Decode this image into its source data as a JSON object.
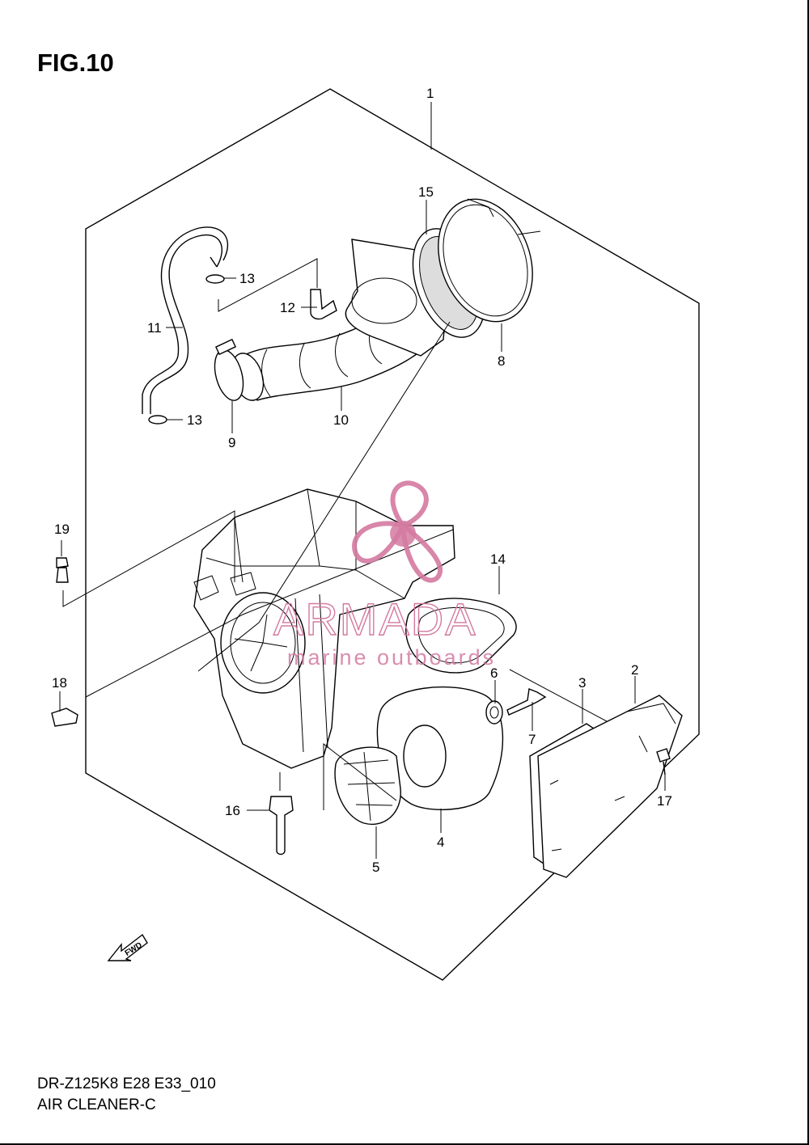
{
  "figure": {
    "title": "FIG.10"
  },
  "footer": {
    "code": "DR-Z125K8 E28 E33_010",
    "name": "AIR CLEANER-C"
  },
  "fwd_arrow": {
    "label": "FWD"
  },
  "watermark": {
    "brand": "ARMADA",
    "tagline": "marine outboards",
    "color": "#d47aa0"
  },
  "callouts": {
    "c1": "1",
    "c2": "2",
    "c3": "3",
    "c4": "4",
    "c5": "5",
    "c6": "6",
    "c7": "7",
    "c8": "8",
    "c9": "9",
    "c10": "10",
    "c11": "11",
    "c12": "12",
    "c13a": "13",
    "c13b": "13",
    "c14": "14",
    "c15": "15",
    "c16": "16",
    "c17": "17",
    "c18": "18",
    "c19": "19"
  }
}
